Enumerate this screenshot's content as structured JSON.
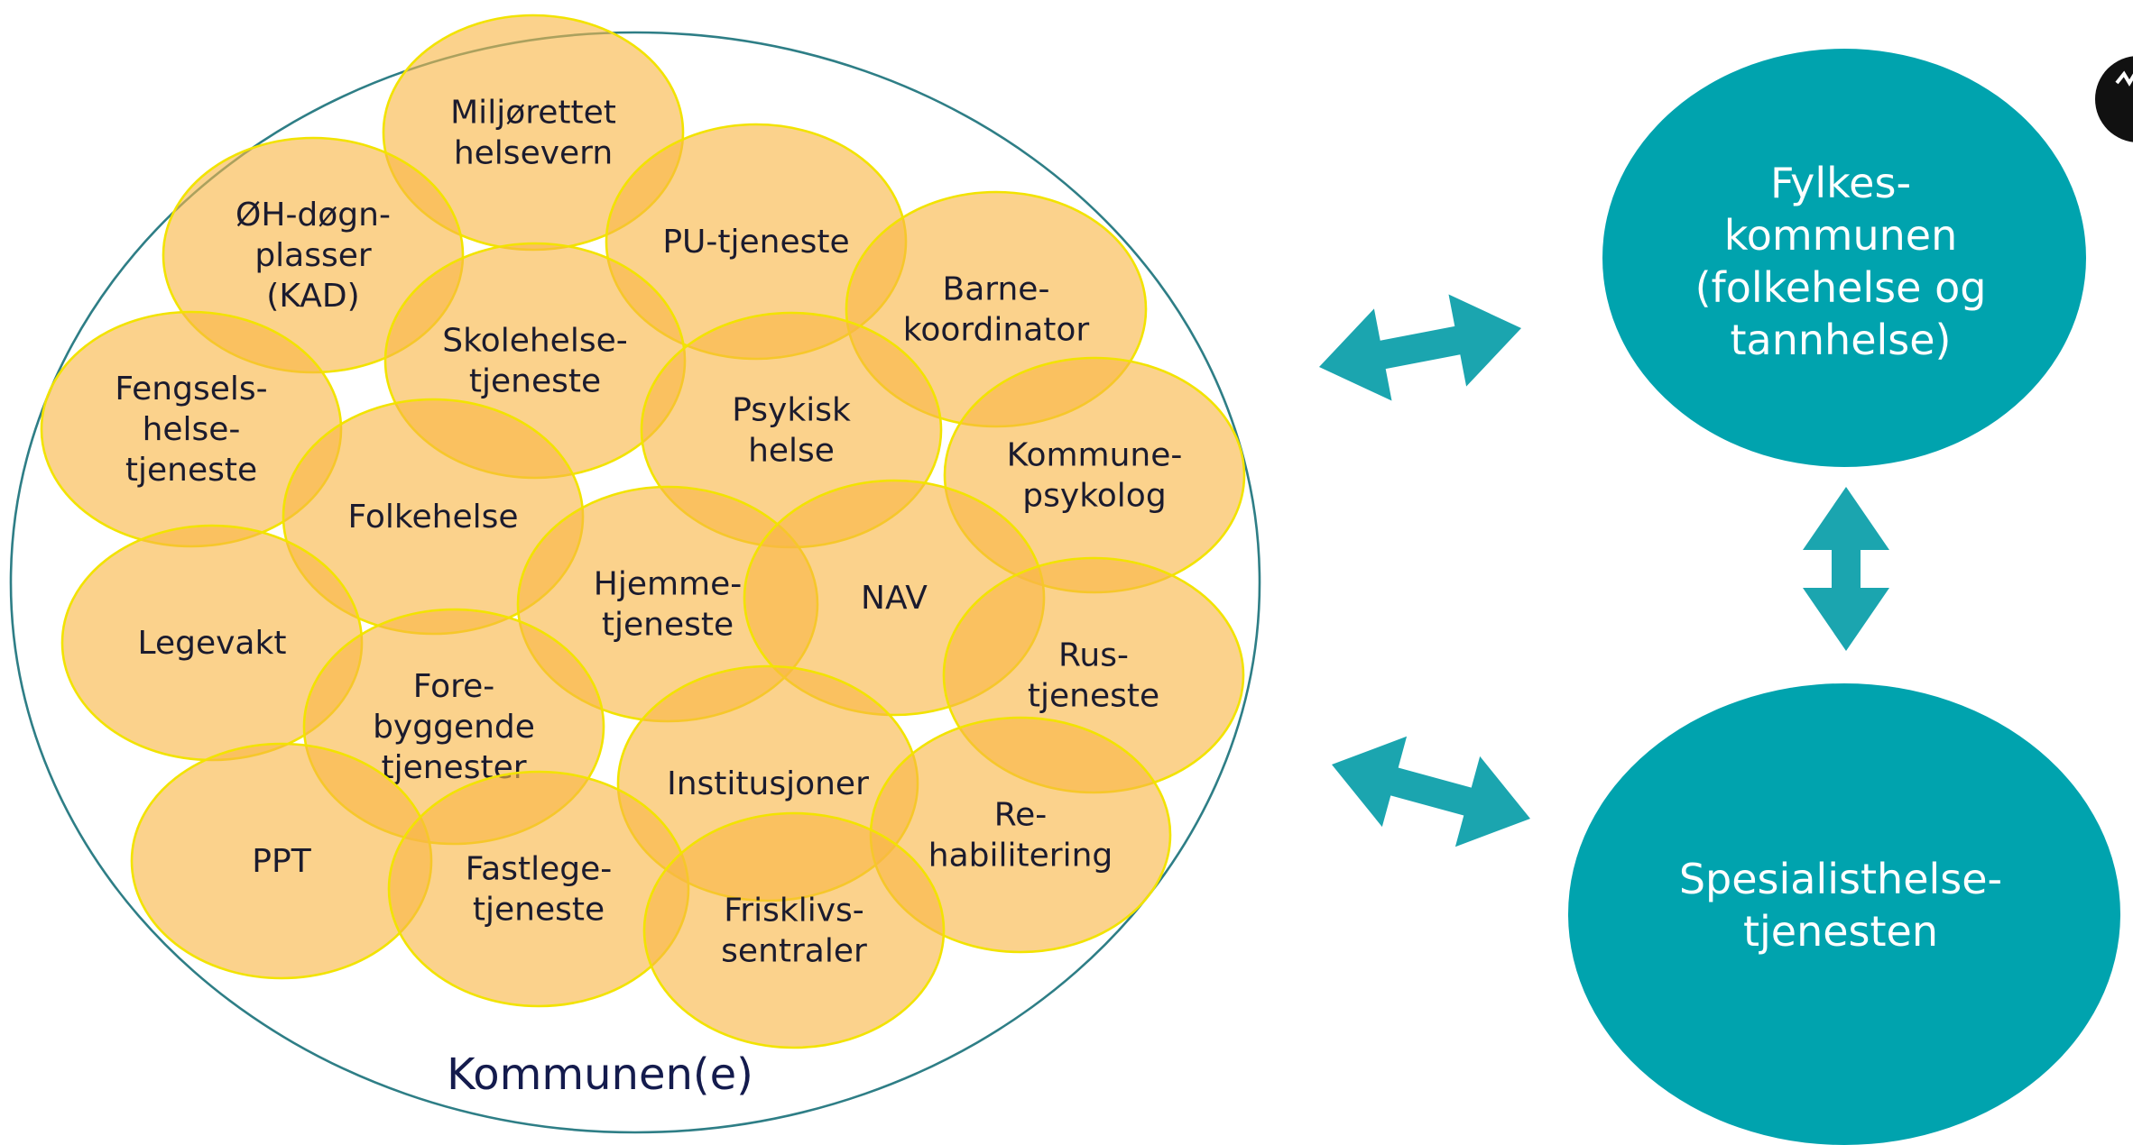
{
  "municipality": {
    "label": "Kommunen(e)",
    "services": [
      {
        "id": "miljorettet",
        "lines": [
          "Miljørettet",
          "helsevern"
        ]
      },
      {
        "id": "oh-dogn",
        "lines": [
          "ØH-døgn-",
          "plasser",
          "(KAD)"
        ]
      },
      {
        "id": "pu",
        "lines": [
          "PU-tjeneste"
        ]
      },
      {
        "id": "barnekoordinator",
        "lines": [
          "Barne-",
          "koordinator"
        ]
      },
      {
        "id": "skolehelse",
        "lines": [
          "Skolehelse-",
          "tjeneste"
        ]
      },
      {
        "id": "fengselshelse",
        "lines": [
          "Fengsels-",
          "helse-",
          "tjeneste"
        ]
      },
      {
        "id": "psykisk-helse",
        "lines": [
          "Psykisk",
          "helse"
        ]
      },
      {
        "id": "kommunepsykolog",
        "lines": [
          "Kommune-",
          "psykolog"
        ]
      },
      {
        "id": "folkehelse",
        "lines": [
          "Folkehelse"
        ]
      },
      {
        "id": "hjemmetjeneste",
        "lines": [
          "Hjemme-",
          "tjeneste"
        ]
      },
      {
        "id": "nav",
        "lines": [
          "NAV"
        ]
      },
      {
        "id": "legevakt",
        "lines": [
          "Legevakt"
        ]
      },
      {
        "id": "rustjeneste",
        "lines": [
          "Rus-",
          "tjeneste"
        ]
      },
      {
        "id": "forebyggende",
        "lines": [
          "Fore-",
          "byggende",
          "tjenester"
        ]
      },
      {
        "id": "institusjoner",
        "lines": [
          "Institusjoner"
        ]
      },
      {
        "id": "ppt",
        "lines": [
          "PPT"
        ]
      },
      {
        "id": "rehabilitering",
        "lines": [
          "Re-",
          "habilitering"
        ]
      },
      {
        "id": "fastlege",
        "lines": [
          "Fastlege-",
          "tjeneste"
        ]
      },
      {
        "id": "frisklivs",
        "lines": [
          "Frisklivs-",
          "sentraler"
        ]
      }
    ]
  },
  "county": {
    "id": "fylkeskommunen",
    "lines": [
      "Fylkes-",
      "kommunen",
      "(folkehelse og",
      "tannhelse)"
    ]
  },
  "specialist": {
    "id": "spesialisthelsetjenesten",
    "lines": [
      "Spesialisthelse-",
      "tjenesten"
    ]
  },
  "colors": {
    "blob_fill": "#F8B745",
    "blob_stroke": "#F2E300",
    "teal": "#00A3AE",
    "text_dark": "#1b1b2e",
    "outer_stroke": "#2E7E86"
  }
}
